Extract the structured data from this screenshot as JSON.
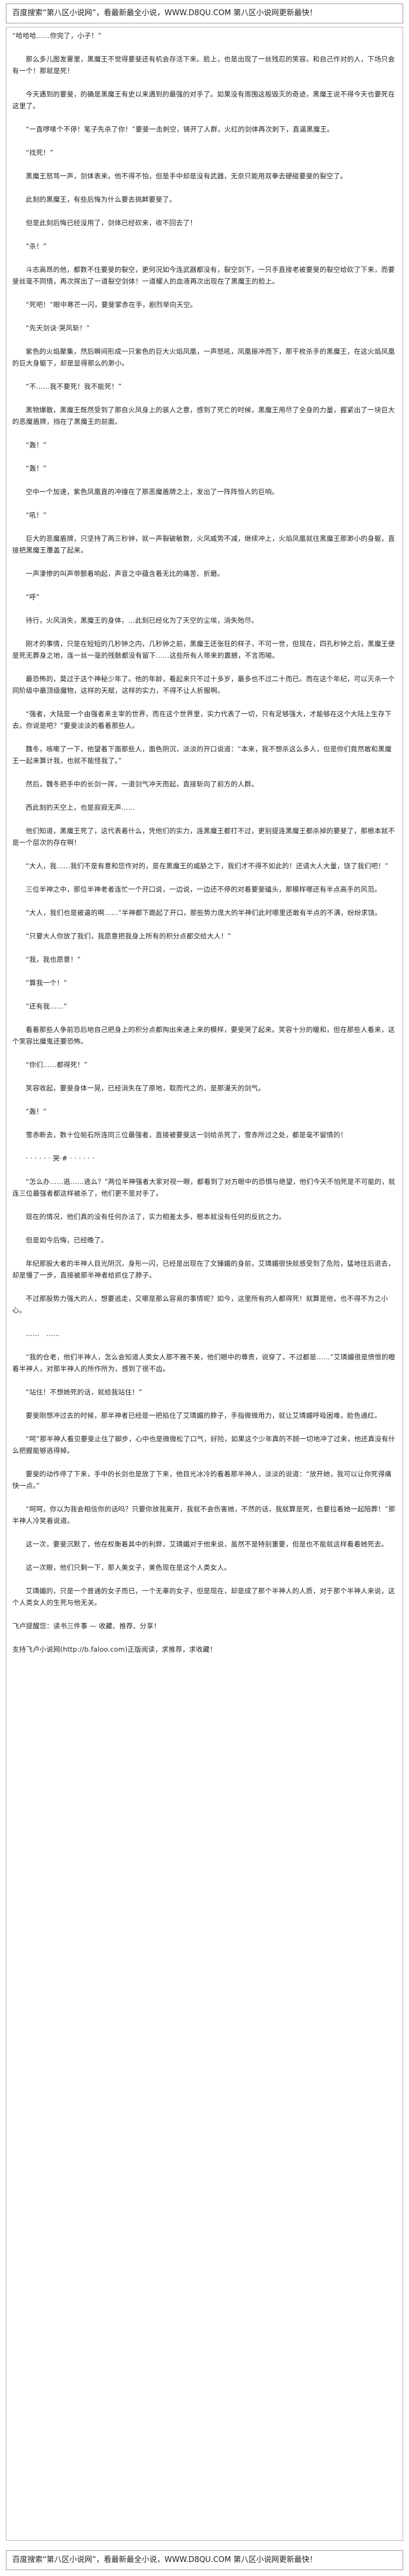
{
  "top_banner": {
    "text": "百度搜索“第八区小说网”，看最新最全小说，WWW.D8QU.COM  第八区小说网更新最快！"
  },
  "paragraphs": [
    "“哈哈哈……你完了，小子！”",
    "",
    "那么多儿图发雾里，黑魔王不觉得要斐还有机会存活下来。脸上，也是出现了一丝残忍的笑容。和自己作对的人，下场只会有一个！那就是死！",
    "",
    "今天遇到的要斐，的确是黑魔王有史以来遇到的最强的对手了。如果没有周围这般毁灭的奇迹，黑魔王说不得今天也要死在这里了。",
    "",
    "“一直啰嗦个不停！笔子先杀了你！”要斐一击刺空，铸开了人群，火红的剑体再次刺下，直逼黑魔王。",
    "",
    "“找死！”",
    "",
    "黑魔王怒骂一声，剑体表来。他不得不怕，但是手中却是没有武器，无奈只能用双拳去硬碰要斐的裂空了。",
    "",
    "此刻的黑魔王，有些后悔为什么要去挑衅要斐了。",
    "",
    "但是此刻后悔已经没用了，剑体已经砍来，收不回去了！",
    "",
    "“杀！”",
    "",
    "斗志高昂的他，都数不住要斐的裂空，更何况如今连武器都没有，裂空剑下，一只手直接老被要斐的裂空给砍了下来，而要斐丝毫不同情，再次挥出了一道裂空剑体！一道耀人的血液再次出现在了黑魔王的脸上。",
    "",
    "“死吧！”眼中寒芒一闪，要斐掌赤在手，剧烈举向天空。",
    "",
    "“先天剑诀·哭风斩！”",
    "",
    "紫色的火焰聚集，然后瞬间形成一只紫色的巨大火焰凤凰，一声怒吼，凤凰振冲而下，那干枚杀手的黑魔王，在这火焰凤凰的巨大身躯下，却是显得那么的渺小。",
    "",
    "“不……我不要死！我不能死！”",
    "",
    "黑物爆散，黑魔王既然受到了那自火凤身上的骇人之意，感到了死亡的时候，黑魔王用尽了全身的力量，握紧出了一块巨大的恶魔盾牌，挡在了黑魔王的前面。",
    "",
    "“轰！”",
    "",
    "“轰！”",
    "",
    "空中一个加速，紫色凤凰直的冲撞在了那恶魔盾牌之上，发出了一阵阵恒人的巨响。",
    "",
    "“吼！”",
    "",
    "巨大的恶魔盾牌，只坚持了两三秒钟，就一声裂破敏数，火凤威势不减，继续冲上，火焰凤凰就往黑魔王那渺小的身躯，直接把黑魔王覆盖了起来。",
    "",
    "一声凄惨的叫声带颤着响起，声音之中蕴含着无比的痛苦、折磨。",
    "",
    "“呼”",
    "",
    "待行，火风消失，黑魔王的身体，…此刻已经化为了天空的尘埃，消失殆尽。",
    "",
    "刚才的事情，只是在短短的几秒钟之内，几秒钟之前，黑魔王还张狂的样子，不可一世，但现在，四孔秒钟之后，黑魔王便是死无葬身之地，连一丝一毫的残骸都没有留下……这些所有人带来的震撼，不言而喻。",
    "",
    "最恐怖的，莫过于这个神秘少年了。他的年龄，看起来只不过十多岁，最多也不过二十而已。而在这个年纪，可以灭杀一个同阶级中最顶级魔物，这样的天赋，这样的实力，不得不让人折服啊。",
    "",
    "“强者，大陆是一个由强者来主宰的世界，而在这个世界里，实力代表了一切，只有足够强大，才能够在这个大陆上生存下去。你说是吧？”要斐淡淡的看着那些人。",
    "",
    "魏冬，咳嗽了一下，他望着下面那些人，面色阴沉，淡淡的开口说道：“本来，我不想杀这么多人，但是你们竟然敢和黑魔王一起来算计我，也就不能怪我了。”",
    "",
    "然后，魏冬把手中的长剑一挥，一道剑气冲天而起，直接斩向了前方的人群。",
    "",
    "西此刻的天空上，也是寂寂无声……",
    "",
    "他们知道，黑魔王死了，这代表着什么，凭他们的实力，连黑魔王都打不过，更别提连黑魔王都杀掉的要斐了，那根本就不是一个层次的存在啊！",
    "",
    "“大人，我……我们不是有意和您作对的，是在黑魔王的威胁之下，我们才不得不如此的！还请大人大量，饶了我们吧！”",
    "",
    "三位半神之中，那位半神老者连忙一个开口说，一边说，一边还不停的对着要斐磕头，那模样哪还有半点高手的风范。",
    "",
    "“大人，我们也是被逼的啊……”半神都下跪起了开口，那些势力庞大的半神们此时哪里还敢有半点的不满，纷纷求饶。",
    "",
    "“只要大人你放了我们，我愿意把我身上所有的积分点都交给大人！”",
    "",
    "“我，我也愿意！”",
    "",
    "“算我一个！”",
    "",
    "“还有我……”",
    "",
    "看着那些人争前恐后地自己把身上的积分点都掏出来递上来的模样，要斐哭了起来。笑容十分的暖和，但在那些人看来，这个笑容比魔鬼还要恐怖。",
    "",
    "“你们……都得死！”",
    "",
    "笑容收起，要斐身体一晃，已经消失在了原地，取而代之的，是那漫天的剑气。",
    "",
    "“轰！”",
    "",
    "雪赤断去，数十位帕石所连同三位最强者，直接被要斐这一剑给杀死了，雪赤所过之处，都是毫不留情的！",
    "",
    "· · · · · · 哭·# · · · · · ·",
    "",
    "“怎么办……逃……逃么？”两位半神强者大家对视一眼，都看到了对方眼中的恐惧与绝望，他们今天不怕死是不可能的，就连三位最强者都这样被杀了，他们更不是对手了。",
    "",
    "现在的情况，他们真的没有任何办法了，实力相差太多，根本就没有任何的反抗之力。",
    "",
    "但是如今后悔，已经晚了。",
    "",
    "年纪那股大者的半神人目光阴沉，身形一闪，已经是出现在了文臻媚的身前，艾璘媚很快就感受到了危险，猛地往后退去，却是慢了一步，直接被那半神者给抓住了脖子。",
    "",
    "不过那股势力强大的人，想要逃走，又哪是那么容易的事情呢？如今，这里所有的人都得死！就算是他，也不得不为之小心。",
    "",
    "……　……",
    "",
    "“我的仓老，他们半神人，怎么会知道人类女人那不雅不美，他们眼中的尊贵，说穿了，不过都是……”艾璘媚很是愤恨的瞪着半神人，对那半神人的所作所为，感到了很不齿。",
    "",
    "“站住！不想她死的话，就给我站住！”",
    "",
    "要斐刚想冲过去的时候，那半神者已经是一把掐住了艾璘媚的脖子，手指微微用力，就让艾璘媚呼吸困难，脸色通红。",
    "",
    "“呵”那半神人看见要斐止住了脚步，心中也是微微松了口气，好险，如果这个少年真的不顾一切地冲了过来，他还真没有什么把握能够逃得掉。",
    "",
    "要斐的动作停了下来，手中的长剑也是放了下来，他目光冰冷的看着那半神人，淡淡的说道：“放开她，我可以让你死得痛快一点。”",
    "",
    "“呵呵，你以为我会相信你的话吗？只要你放我离开，我就不会伤害她，不然的话，我就算是死，也要拉着她一起陪葬！”那半神人冷笑着说道。",
    "",
    "这一次，要斐沉默了，他在权衡着其中的利弊，艾璘媚对于他来说，虽然不是特别重要，但是也不能就这样看着她死去。",
    "",
    "这一次眼，他们只剩一下，那人美女子，美色现在是这个人类女人。",
    "",
    "艾璘媚的，只是一个普通的女子而已，一个无辜的女子，但是现在，却是成了那个半神人的人质，对于那个半神人来说，这个人类女人的生死与他无关。"
  ],
  "chapter_end": "飞卢提醒您：读书三件事 — 收藏、推荐、分享！",
  "footer_note": "支持飞卢小说网(http://b.faloo.com)正版阅读，求推荐，求收藏！",
  "bottom_banner": {
    "text": "百度搜索“第八区小说网”，看最新最全小说，WWW.D8QU.COM  第八区小说网更新最快！"
  }
}
